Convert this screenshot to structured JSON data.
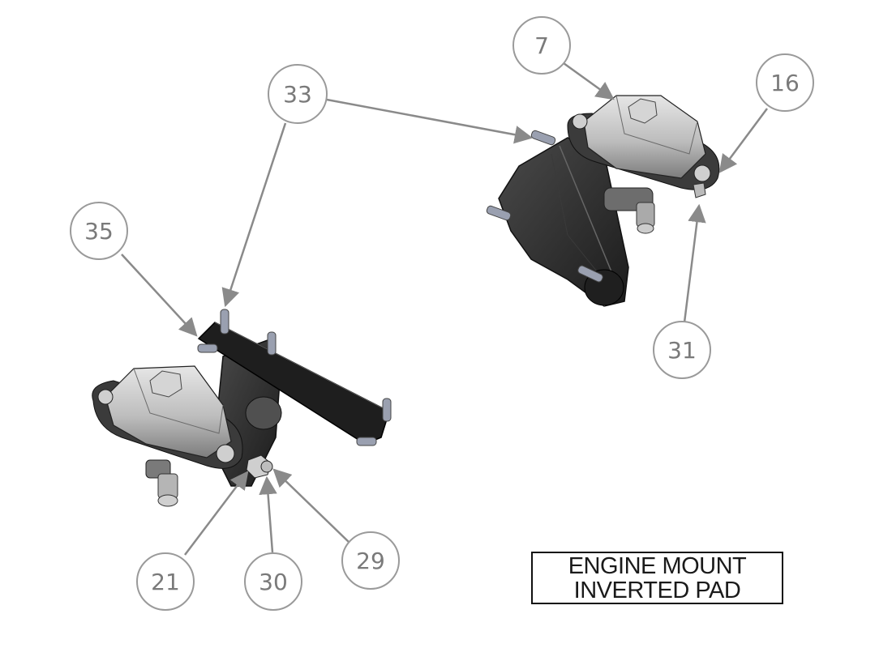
{
  "title_block": {
    "line1": "ENGINE MOUNT",
    "line2": "INVERTED PAD"
  },
  "balloons": [
    {
      "id": "7",
      "label": "7"
    },
    {
      "id": "16",
      "label": "16"
    },
    {
      "id": "33",
      "label": "33"
    },
    {
      "id": "35",
      "label": "35"
    },
    {
      "id": "31",
      "label": "31"
    },
    {
      "id": "21",
      "label": "21"
    },
    {
      "id": "30",
      "label": "30"
    },
    {
      "id": "29",
      "label": "29"
    }
  ],
  "colors": {
    "leader": "#8a8a8a",
    "balloon_stroke": "#9a9a9a",
    "part_dark": "#2b2b2b",
    "part_mid": "#5c5c5c",
    "part_light": "#bdbdbd",
    "stud": "#9aa0b0"
  }
}
